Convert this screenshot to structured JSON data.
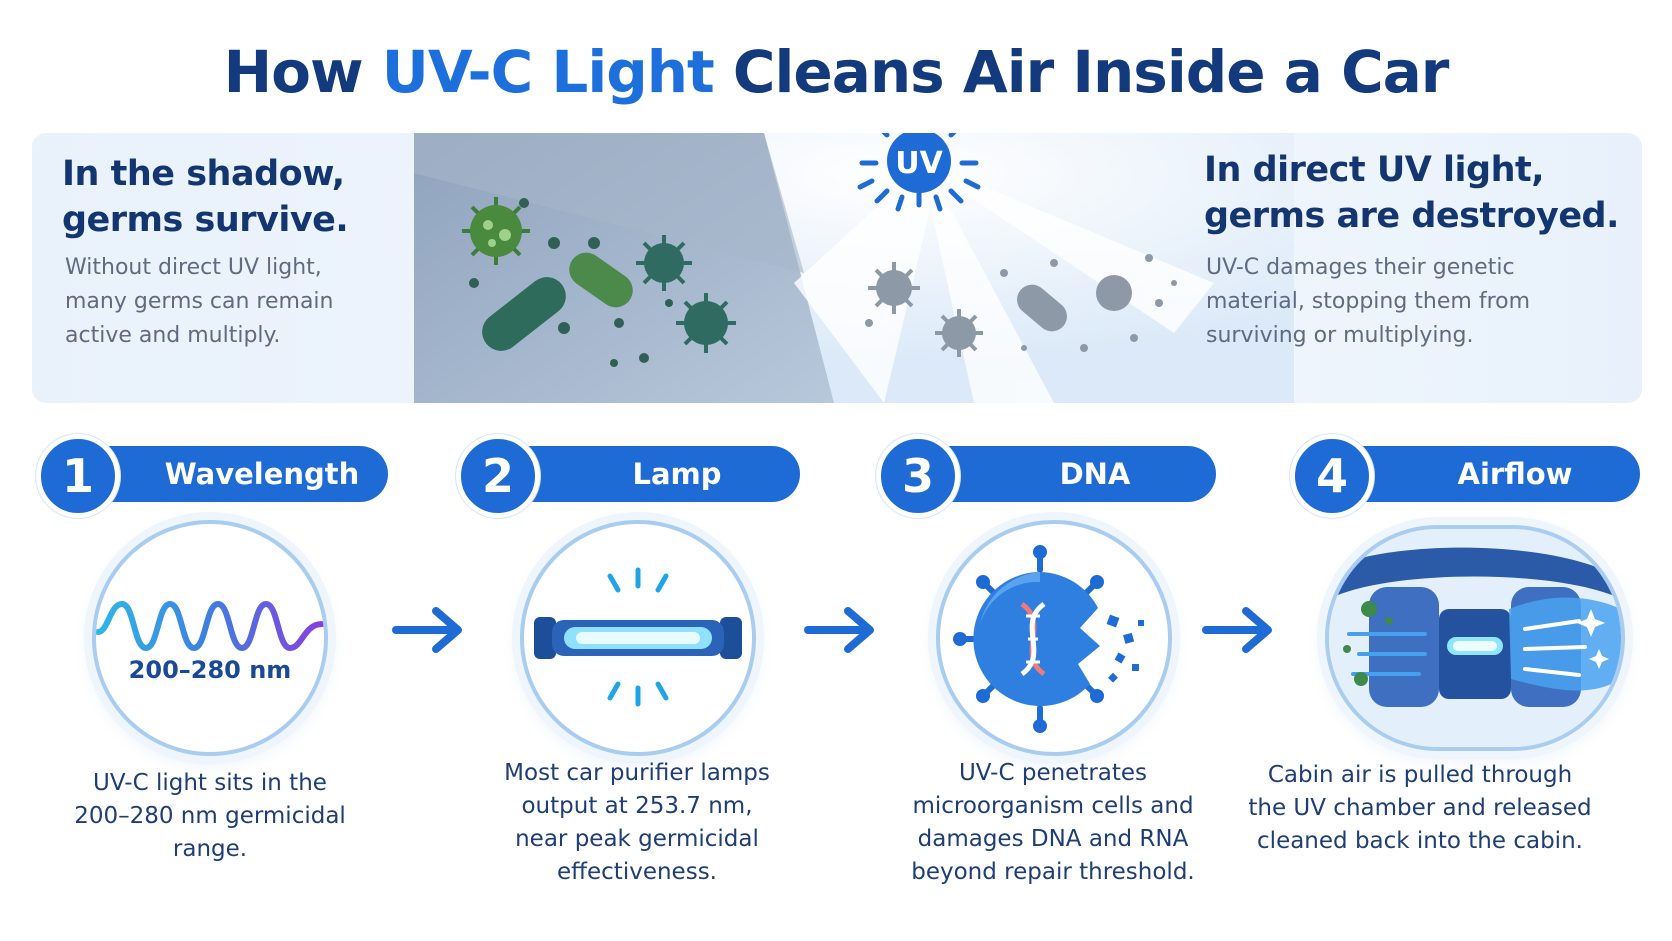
{
  "title": {
    "part1": "How ",
    "accent": "UV-C Light",
    "part2": " Cleans Air Inside a Car"
  },
  "comparison": {
    "shadow": {
      "heading": "In the shadow,\ngerms survive.",
      "body": "Without direct UV light,\nmany germs can remain\nactive and multiply."
    },
    "direct": {
      "heading": "In direct UV light,\ngerms are destroyed.",
      "body": "UV-C damages their genetic\nmaterial, stopping them from\nsurviving or multiplying."
    },
    "uv_sun_label": "UV"
  },
  "steps": [
    {
      "number": "1",
      "label": "Wavelength",
      "visual_label": "200–280 nm",
      "description": "UV-C light sits in the\n200–280 nm germicidal\nrange.",
      "icon": "wave-icon"
    },
    {
      "number": "2",
      "label": "Lamp",
      "description": "Most car purifier lamps\noutput at 253.7 nm,\nnear peak germicidal\neffectiveness.",
      "icon": "uv-lamp-icon"
    },
    {
      "number": "3",
      "label": "DNA",
      "description": "UV-C penetrates\nmicroorganism cells and\ndamages DNA and RNA\nbeyond repair threshold.",
      "icon": "dna-virus-icon"
    },
    {
      "number": "4",
      "label": "Airflow",
      "description": "Cabin air is pulled through\nthe UV chamber and released\ncleaned back into the cabin.",
      "icon": "car-cabin-airflow-icon"
    }
  ],
  "colors": {
    "primary": "#1e6bd6",
    "accent": "#1d6fdc",
    "title": "#123a7c",
    "light": "#a9ccf1"
  }
}
